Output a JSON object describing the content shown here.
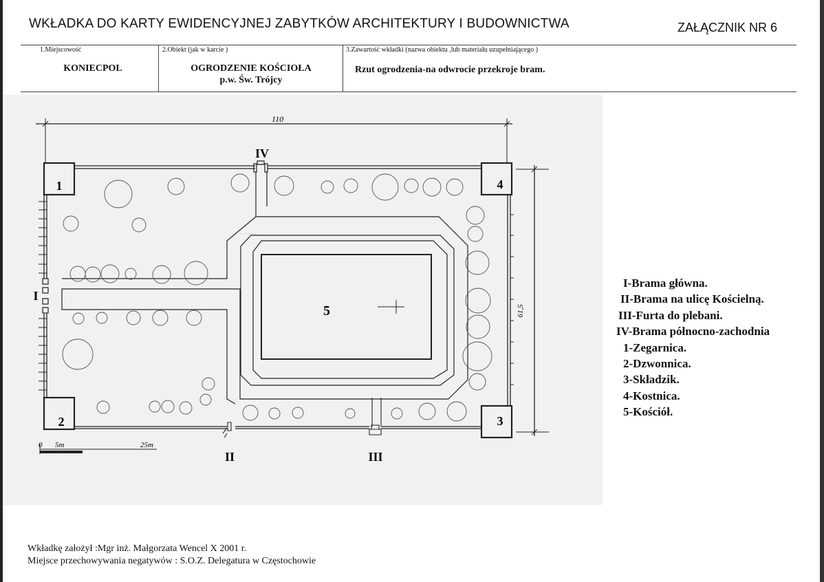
{
  "header": {
    "title": "WKŁADKA DO KARTY EWIDENCYJNEJ ZABYTKÓW ARCHITEKTURY I BUDOWNICTWA",
    "annex": "ZAŁĄCZNIK NR 6"
  },
  "form": {
    "field1": {
      "label": "1.Miejscowość",
      "value": "KONIECPOL"
    },
    "field2": {
      "label": "2.Obiekt (jak w karcie )",
      "value_line1": "OGRODZENIE KOŚCIOŁA",
      "value_line2": "p.w. Św. Trójcy"
    },
    "field3": {
      "label": "3.Zawartość wkładki (nazwa obiektu ,lub materiału uzupełniającego )",
      "value": "Rzut ogrodzenia-na odwrocie przekroje bram."
    }
  },
  "plan": {
    "dim_width": "110",
    "dim_height": "61,5",
    "scale": {
      "zero": "0",
      "mid": "5m",
      "end": "25m"
    },
    "gate_labels": {
      "I": "I",
      "II": "II",
      "III": "III",
      "IV": "IV"
    },
    "building_labels": {
      "b1": "1",
      "b2": "2",
      "b3": "3",
      "b4": "4",
      "b5": "5"
    }
  },
  "legend": [
    "I-Brama główna.",
    "II-Brama na ulicę Kościelną.",
    "III-Furta do plebani.",
    "IV-Brama północno-zachodnia",
    "1-Zegarnica.",
    "2-Dzwonnica.",
    "3-Składzik.",
    "4-Kostnica.",
    "5-Kościół."
  ],
  "footer": {
    "line1": "Wkładkę założył :Mgr inż. Małgorzata Wencel   X 2001 r.",
    "line2": "Miejsce przechowywania negatywów : S.O.Z. Delegatura w Częstochowie"
  }
}
